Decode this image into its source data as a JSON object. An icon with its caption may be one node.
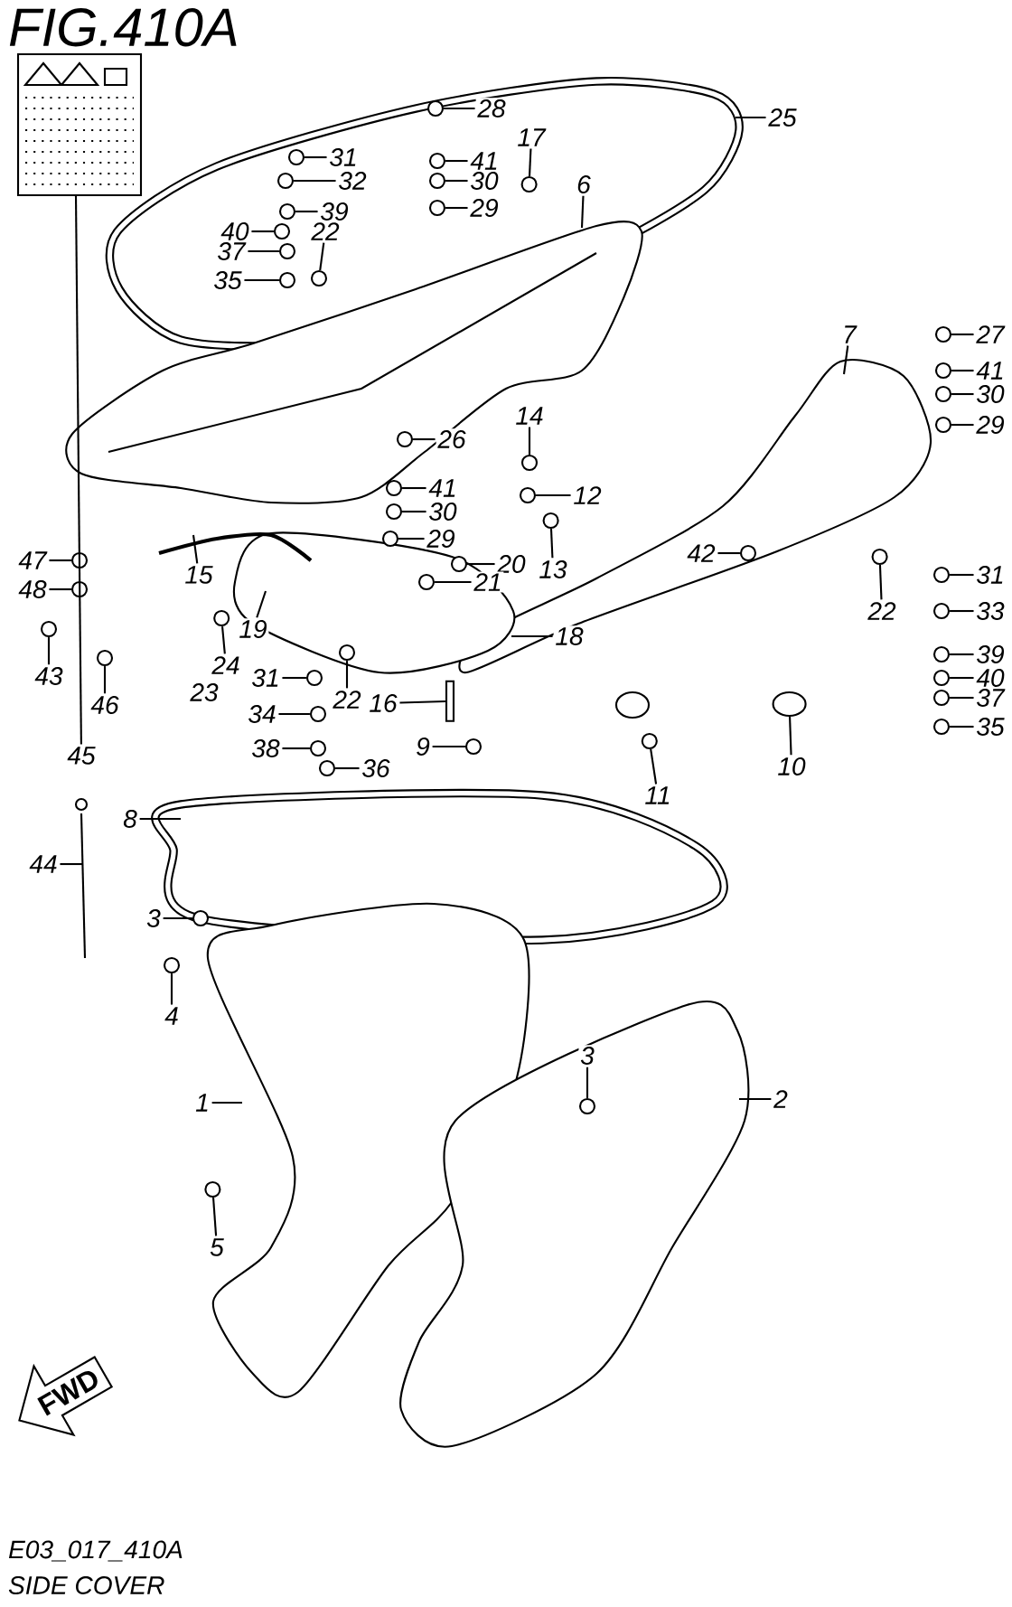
{
  "diagram": {
    "title": "FIG.410A",
    "caption": "SIDE COVER",
    "nodes": [
      {
        "text": [
          "45"
        ]
      },
      {
        "text": [
          "31"
        ]
      },
      {
        "text": [
          "32"
        ]
      },
      {
        "text": [
          "39"
        ]
      },
      {
        "text": [
          "40"
        ]
      },
      {
        "text": [
          "37"
        ]
      },
      {
        "text": [
          "35"
        ]
      },
      {
        "text": [
          "22"
        ]
      },
      {
        "text": [
          "28"
        ]
      },
      {
        "text": [
          "41"
        ]
      },
      {
        "text": [
          "30"
        ]
      },
      {
        "text": [
          "29"
        ]
      },
      {
        "text": [
          "17"
        ]
      },
      {
        "text": [
          "25"
        ]
      },
      {
        "text": [
          "6"
        ]
      },
      {
        "text": [
          "7"
        ]
      },
      {
        "text": [
          "27"
        ]
      },
      {
        "text": [
          "41"
        ]
      },
      {
        "text": [
          "30"
        ]
      },
      {
        "text": [
          "29"
        ]
      },
      {
        "text": [
          "26"
        ]
      },
      {
        "text": [
          "14"
        ]
      },
      {
        "text": [
          "12"
        ]
      },
      {
        "text": [
          "41"
        ]
      },
      {
        "text": [
          "30"
        ]
      },
      {
        "text": [
          "29"
        ]
      },
      {
        "text": [
          "13"
        ]
      },
      {
        "text": [
          "20"
        ]
      },
      {
        "text": [
          "21"
        ]
      },
      {
        "text": [
          "18"
        ]
      },
      {
        "text": [
          "15"
        ]
      },
      {
        "text": [
          "47"
        ]
      },
      {
        "text": [
          "48"
        ]
      },
      {
        "text": [
          "43"
        ]
      },
      {
        "text": [
          "46"
        ]
      },
      {
        "text": [
          "42"
        ]
      },
      {
        "text": [
          "22"
        ]
      },
      {
        "text": [
          "31"
        ]
      },
      {
        "text": [
          "33"
        ]
      },
      {
        "text": [
          "24"
        ]
      },
      {
        "text": [
          "19"
        ]
      },
      {
        "text": [
          "31"
        ]
      },
      {
        "text": [
          "22"
        ]
      },
      {
        "text": [
          "34"
        ]
      },
      {
        "text": [
          "16"
        ]
      },
      {
        "text": [
          "39"
        ]
      },
      {
        "text": [
          "40"
        ]
      },
      {
        "text": [
          "38"
        ]
      },
      {
        "text": [
          "36"
        ]
      },
      {
        "text": [
          "9"
        ]
      },
      {
        "text": [
          "37"
        ]
      },
      {
        "text": [
          "35"
        ]
      },
      {
        "text": [
          "10"
        ]
      },
      {
        "text": [
          "11"
        ]
      },
      {
        "text": [
          "8"
        ]
      },
      {
        "text": [
          "44"
        ]
      },
      {
        "text": [
          "3"
        ]
      },
      {
        "text": [
          "4"
        ]
      },
      {
        "text": [
          "1"
        ]
      },
      {
        "text": [
          "3"
        ]
      },
      {
        "text": [
          "2"
        ]
      },
      {
        "text": [
          "5"
        ]
      },
      {
        "text": [],
        "shape": "circle"
      },
      {
        "text": [],
        "shape": "circle"
      },
      {
        "text": [],
        "shape": "circle"
      },
      {
        "text": [],
        "shape": "circle"
      },
      {
        "text": [],
        "shape": "circle"
      },
      {
        "text": [],
        "shape": "circle"
      },
      {
        "text": [],
        "shape": "circle"
      },
      {
        "text": [],
        "shape": "circle"
      },
      {
        "text": [],
        "shape": "circle"
      },
      {
        "text": [],
        "shape": "circle"
      },
      {
        "text": [],
        "shape": "circle"
      },
      {
        "text": [],
        "shape": "circle"
      },
      {
        "text": [],
        "shape": "circle"
      },
      {
        "text": [],
        "shape": "circle"
      },
      {
        "text": [],
        "shape": "circle"
      },
      {
        "text": [],
        "shape": "circle"
      },
      {
        "text": [],
        "shape": "circle"
      },
      {
        "text": [],
        "shape": "circle"
      },
      {
        "text": [],
        "shape": "circle"
      },
      {
        "text": [],
        "shape": "circle"
      },
      {
        "text": [],
        "shape": "circle"
      },
      {
        "text": [],
        "shape": "circle"
      },
      {
        "text": [],
        "shape": "circle"
      },
      {
        "text": [],
        "shape": "circle"
      },
      {
        "text": [],
        "shape": "circle"
      },
      {
        "text": [],
        "shape": "circle"
      },
      {
        "text": [],
        "shape": "circle"
      },
      {
        "text": [],
        "shape": "circle"
      },
      {
        "text": [],
        "shape": "circle"
      },
      {
        "text": [],
        "shape": "circle"
      },
      {
        "text": [],
        "shape": "circle"
      },
      {
        "text": [],
        "shape": "circle"
      },
      {
        "text": [],
        "shape": "circle"
      },
      {
        "text": [],
        "shape": "circle"
      },
      {
        "text": [],
        "shape": "circle"
      },
      {
        "text": [],
        "shape": "circle"
      },
      {
        "text": [],
        "shape": "circle"
      },
      {
        "text": [],
        "shape": "circle"
      },
      {
        "text": [],
        "shape": "circle"
      },
      {
        "text": [],
        "shape": "circle"
      },
      {
        "text": [],
        "shape": "circle"
      },
      {
        "text": [],
        "shape": "circle"
      },
      {
        "text": [],
        "shape": "circle"
      },
      {
        "text": [],
        "shape": "circle"
      },
      {
        "text": [],
        "shape": "circle"
      },
      {
        "text": [],
        "shape": "circle"
      },
      {
        "text": [],
        "shape": "circle"
      },
      {
        "text": [],
        "shape": "circle"
      },
      {
        "text": [],
        "shape": "circle"
      },
      {
        "text": [],
        "shape": "circle"
      },
      {
        "text": [],
        "shape": "bar"
      }
    ],
    "edges": [
      {
        "from": 0,
        "to": null,
        "arrow": "none"
      },
      {
        "from": 1,
        "to": 62,
        "arrow": "none"
      },
      {
        "from": 2,
        "to": 63,
        "arrow": "none"
      },
      {
        "from": 3,
        "to": 64,
        "arrow": "none"
      },
      {
        "from": 4,
        "to": 65,
        "arrow": "none"
      },
      {
        "from": 5,
        "to": 66,
        "arrow": "none"
      },
      {
        "from": 6,
        "to": 67,
        "arrow": "none"
      },
      {
        "from": 7,
        "to": 68,
        "arrow": "none"
      },
      {
        "from": 8,
        "to": 69,
        "arrow": "none"
      },
      {
        "from": 9,
        "to": 70,
        "arrow": "none"
      },
      {
        "from": 10,
        "to": 71,
        "arrow": "none"
      },
      {
        "from": 11,
        "to": 72,
        "arrow": "none"
      },
      {
        "from": 12,
        "to": 73,
        "arrow": "none"
      },
      {
        "from": 13,
        "to": null,
        "arrow": "none"
      },
      {
        "from": 14,
        "to": null,
        "arrow": "none"
      },
      {
        "from": 15,
        "to": null,
        "arrow": "none"
      },
      {
        "from": 16,
        "to": 74,
        "arrow": "none"
      },
      {
        "from": 17,
        "to": 75,
        "arrow": "none"
      },
      {
        "from": 18,
        "to": 76,
        "arrow": "none"
      },
      {
        "from": 19,
        "to": 77,
        "arrow": "none"
      },
      {
        "from": 20,
        "to": 78,
        "arrow": "none"
      },
      {
        "from": 21,
        "to": 79,
        "arrow": "none"
      },
      {
        "from": 22,
        "to": 80,
        "arrow": "none"
      },
      {
        "from": 23,
        "to": 81,
        "arrow": "none"
      },
      {
        "from": 24,
        "to": 82,
        "arrow": "none"
      },
      {
        "from": 25,
        "to": 83,
        "arrow": "none"
      },
      {
        "from": 26,
        "to": 84,
        "arrow": "none"
      },
      {
        "from": 27,
        "to": 85,
        "arrow": "none"
      },
      {
        "from": 28,
        "to": 86,
        "arrow": "none"
      },
      {
        "from": 29,
        "to": null,
        "arrow": "none"
      },
      {
        "from": 30,
        "to": null,
        "arrow": "none"
      },
      {
        "from": 31,
        "to": 87,
        "arrow": "none"
      },
      {
        "from": 32,
        "to": 88,
        "arrow": "none"
      },
      {
        "from": 33,
        "to": 89,
        "arrow": "none"
      },
      {
        "from": 34,
        "to": 90,
        "arrow": "none"
      },
      {
        "from": 35,
        "to": 91,
        "arrow": "none"
      },
      {
        "from": 36,
        "to": 92,
        "arrow": "none"
      },
      {
        "from": 37,
        "to": 93,
        "arrow": "none"
      },
      {
        "from": 38,
        "to": 94,
        "arrow": "none"
      },
      {
        "from": 39,
        "to": 95,
        "arrow": "none"
      },
      {
        "from": 40,
        "to": null,
        "arrow": "none"
      },
      {
        "from": 41,
        "to": 96,
        "arrow": "none"
      },
      {
        "from": 42,
        "to": 97,
        "arrow": "none"
      },
      {
        "from": 43,
        "to": 98,
        "arrow": "none"
      },
      {
        "from": 44,
        "to": 112,
        "arrow": "none"
      },
      {
        "from": 45,
        "to": 99,
        "arrow": "none"
      },
      {
        "from": 46,
        "to": 100,
        "arrow": "none"
      },
      {
        "from": 47,
        "to": 101,
        "arrow": "none"
      },
      {
        "from": 48,
        "to": 102,
        "arrow": "none"
      },
      {
        "from": 49,
        "to": 103,
        "arrow": "none"
      },
      {
        "from": 50,
        "to": 104,
        "arrow": "none"
      },
      {
        "from": 51,
        "to": 105,
        "arrow": "none"
      },
      {
        "from": 52,
        "to": 106,
        "arrow": "none"
      },
      {
        "from": 53,
        "to": 107,
        "arrow": "none"
      },
      {
        "from": 54,
        "to": null,
        "arrow": "none"
      },
      {
        "from": 55,
        "to": null,
        "arrow": "none"
      },
      {
        "from": 56,
        "to": 108,
        "arrow": "none"
      },
      {
        "from": 57,
        "to": 109,
        "arrow": "none"
      },
      {
        "from": 58,
        "to": null,
        "arrow": "none"
      },
      {
        "from": 59,
        "to": 110,
        "arrow": "none"
      },
      {
        "from": 60,
        "to": null,
        "arrow": "none"
      },
      {
        "from": 61,
        "to": 111,
        "arrow": "none"
      }
    ],
    "labels": [
      "23",
      "FWD",
      "E03_017_410A"
    ]
  }
}
